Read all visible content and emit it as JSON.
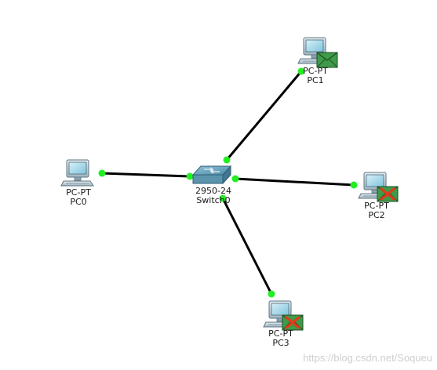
{
  "devices": {
    "pc0": {
      "model": "PC-PT",
      "name": "PC0"
    },
    "pc1": {
      "model": "PC-PT",
      "name": "PC1",
      "pdu_status": "success"
    },
    "pc2": {
      "model": "PC-PT",
      "name": "PC2",
      "pdu_status": "failed"
    },
    "pc3": {
      "model": "PC-PT",
      "name": "PC3",
      "pdu_status": "failed"
    },
    "switch0": {
      "model": "2950-24",
      "name": "Switch0"
    }
  },
  "links": [
    {
      "from": "pc0",
      "to": "switch0",
      "status": "up"
    },
    {
      "from": "pc1",
      "to": "switch0",
      "status": "up"
    },
    {
      "from": "pc2",
      "to": "switch0",
      "status": "up"
    },
    {
      "from": "pc3",
      "to": "switch0",
      "status": "up"
    }
  ],
  "colors": {
    "link": "#000000",
    "link_light_up": "#22ee22",
    "pdu_envelope": "#3f9a4a",
    "pdu_fail_x": "#e23a1a"
  },
  "watermark": "https://blog.csdn.net/Soqueu"
}
